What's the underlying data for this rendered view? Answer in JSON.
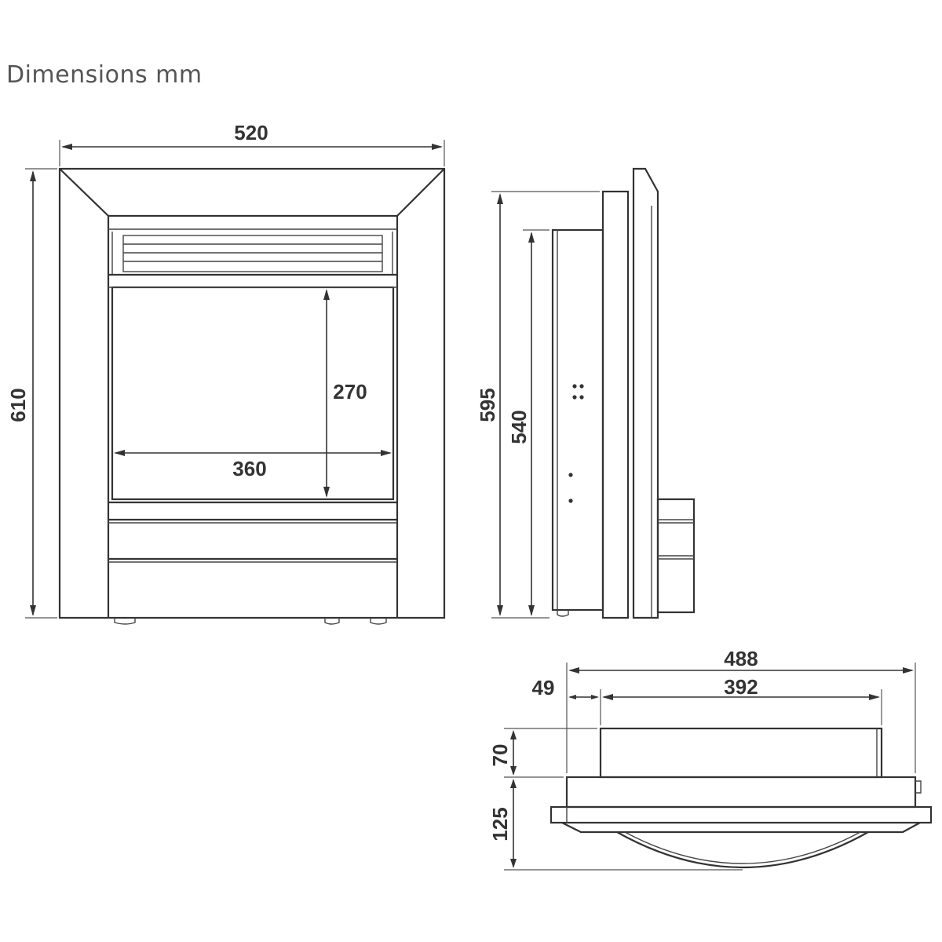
{
  "title": "Dimensions mm",
  "dimensions": {
    "front_width": "520",
    "front_height": "610",
    "opening_height": "270",
    "opening_width": "360",
    "side_height_overall": "595",
    "side_height_body": "540",
    "top_width_overall": "488",
    "top_offset": "49",
    "top_body_width": "392",
    "top_depth_box": "70",
    "top_depth_front": "125"
  }
}
